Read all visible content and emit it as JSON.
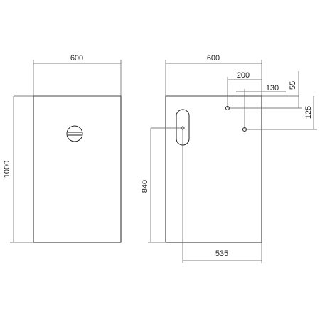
{
  "front_view": {
    "width_label": "600",
    "height_label": "1000"
  },
  "side_view": {
    "width_label": "600",
    "offset_200_label": "200",
    "offset_130_label": "130",
    "offset_55_label": "55",
    "offset_125_label": "125",
    "height_840_label": "840",
    "depth_535_label": "535"
  },
  "colors": {
    "line": "#222222"
  }
}
